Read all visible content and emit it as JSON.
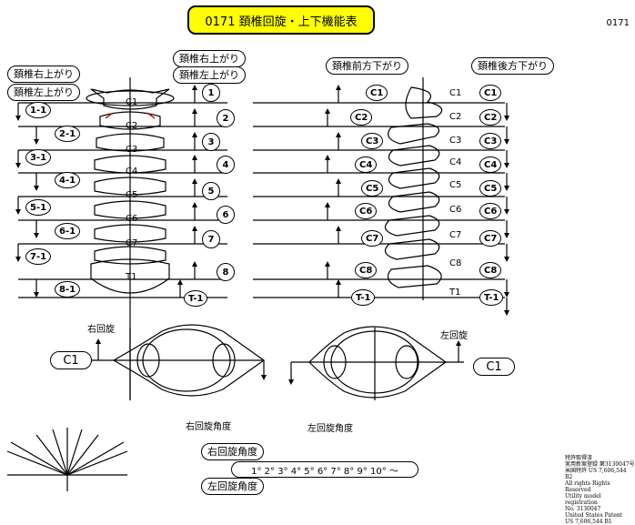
{
  "title": "0171 頚椎回旋・上下機能表",
  "page_number": "0171",
  "left_labels": {
    "right_up": "頚椎右上がり",
    "left_up": "頚椎左上がり"
  },
  "mid_labels": {
    "right_up": "頚椎右上がり",
    "left_up": "頚椎左上がり"
  },
  "forward_label": "頚椎前方下がり",
  "back_label": "頚椎後方下がり",
  "left_markers": [
    "1-1",
    "2-1",
    "3-1",
    "4-1",
    "5-1",
    "6-1",
    "7-1",
    "8-1"
  ],
  "mid_markers": [
    "1",
    "2",
    "3",
    "4",
    "5",
    "6",
    "7",
    "8",
    "T-1"
  ],
  "vertebra_labels": [
    "C1",
    "C2",
    "C3",
    "C4",
    "C5",
    "C6",
    "C7",
    "T1"
  ],
  "forward_markers": [
    "C1",
    "C2",
    "C3",
    "C4",
    "C5",
    "C6",
    "C7",
    "C8",
    "T-1"
  ],
  "side_labels": [
    "C1",
    "C2",
    "C3",
    "C4",
    "C5",
    "C6",
    "C7",
    "C8",
    "T1"
  ],
  "back_markers": [
    "C1",
    "C2",
    "C3",
    "C4",
    "C5",
    "C6",
    "C7",
    "C8",
    "T-1"
  ],
  "rotation": {
    "right": "右回旋",
    "left": "左回旋",
    "right_angle": "右回旋角度",
    "left_angle": "左回旋角度",
    "c1_left": "C1",
    "c1_right": "C1"
  },
  "angle_pills": {
    "right": "右回旋角度",
    "left": "左回旋角度"
  },
  "degrees": "1°  2°  3°  4°  5°  6°  7°  8°  9°  10°  ～",
  "fine_print": [
    "特許取得済",
    "実用新案登録 第3130047号",
    "米国特許 US 7,606,544 B2",
    "All rights Rights Reserved",
    "Utility model registration",
    "No. 3130047",
    "United States Patent",
    "US 7,606,544 B1"
  ]
}
